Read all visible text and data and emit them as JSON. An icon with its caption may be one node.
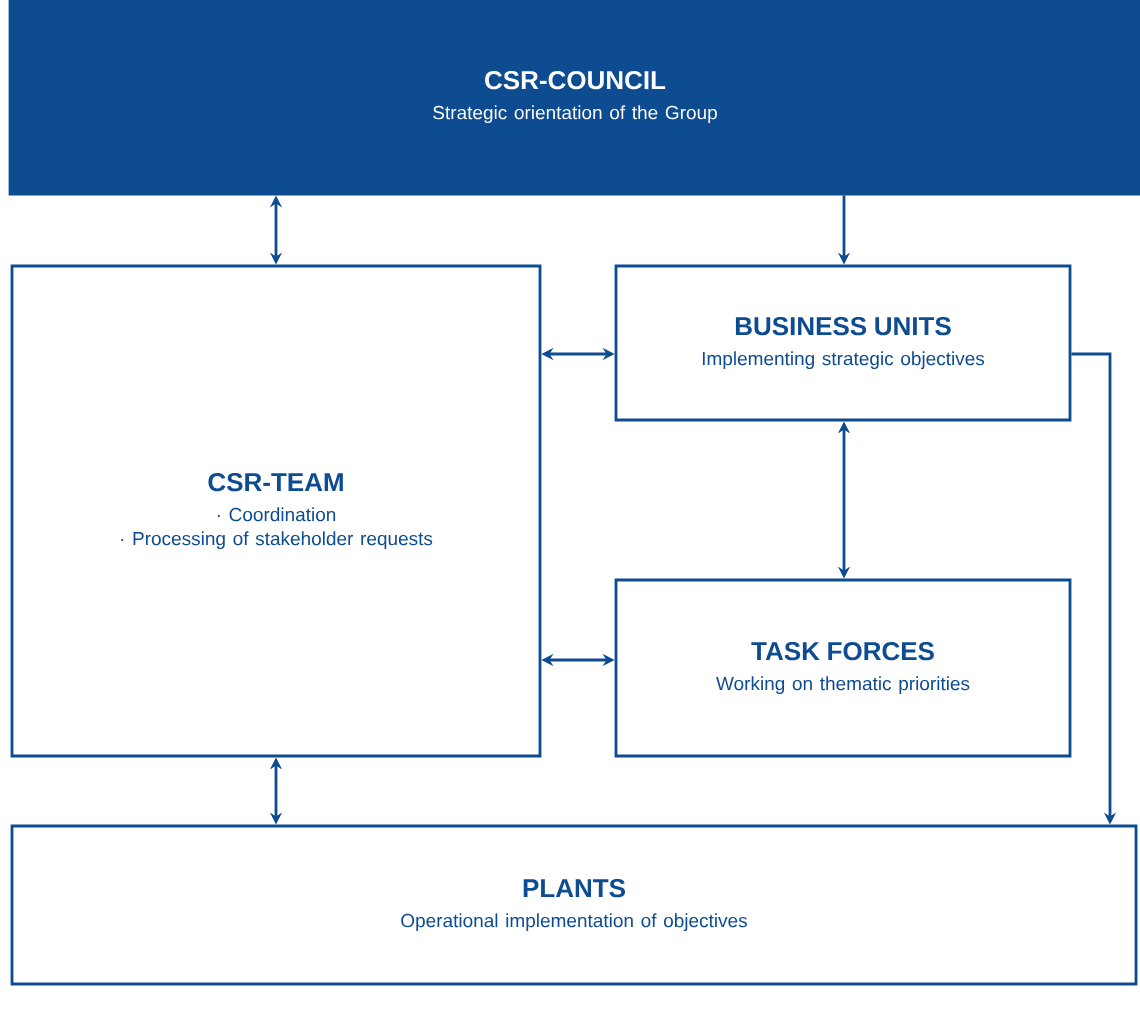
{
  "diagram": {
    "nodes": [
      {
        "text": [
          "CSR-COUNCIL",
          "Strategic orientation of the Group"
        ]
      },
      {
        "text": [
          "CSR-TEAM",
          "· Coordination",
          "· Processing of stakeholder requests"
        ]
      },
      {
        "text": [
          "BUSINESS UNITS",
          "Implementing strategic objectives"
        ]
      },
      {
        "text": [
          "TASK FORCES",
          "Working on thematic priorities"
        ]
      },
      {
        "text": [
          "PLANTS",
          "Operational implementation of objectives"
        ]
      }
    ],
    "edges": [
      {
        "from": 1,
        "to": 0,
        "arrow": "both"
      },
      {
        "from": 0,
        "to": 2,
        "arrow": "to"
      },
      {
        "from": 1,
        "to": 2,
        "arrow": "both"
      },
      {
        "from": 2,
        "to": 3,
        "arrow": "both"
      },
      {
        "from": 1,
        "to": 3,
        "arrow": "both"
      },
      {
        "from": 1,
        "to": 4,
        "arrow": "both"
      },
      {
        "from": 2,
        "to": 4,
        "arrow": "to"
      }
    ]
  }
}
